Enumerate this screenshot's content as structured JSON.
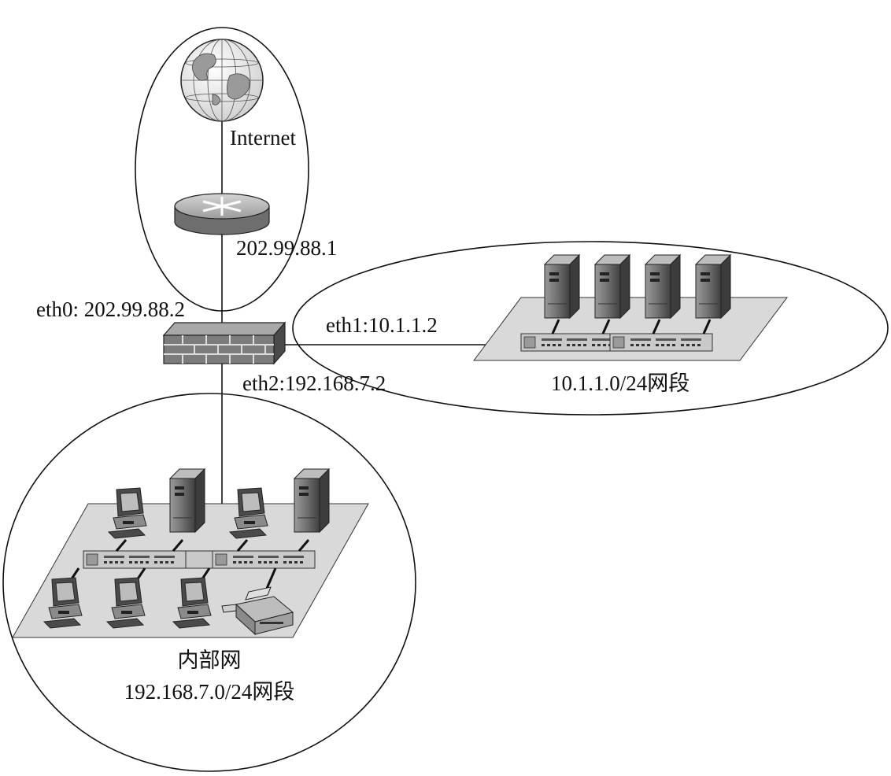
{
  "labels": {
    "internet": "Internet",
    "router_ip": "202.99.88.1",
    "eth0": "eth0: 202.99.88.2",
    "eth1": "eth1:10.1.1.2",
    "eth2": "eth2:192.168.7.2",
    "dmz_segment": "10.1.1.0/24网段",
    "lan_title": "内部网",
    "lan_segment": "192.168.7.0/24网段"
  },
  "colors": {
    "line": "#111111",
    "device_dark": "#555555",
    "device_mid": "#8a8a8a",
    "device_light": "#cfcfcf",
    "platform": "#d9d9d9"
  },
  "icons": {
    "internet": "globe-icon",
    "router": "router-icon",
    "firewall": "firewall-icon",
    "server": "server-tower-icon",
    "workstation": "workstation-icon",
    "printer": "printer-icon",
    "hub": "hub-icon"
  }
}
